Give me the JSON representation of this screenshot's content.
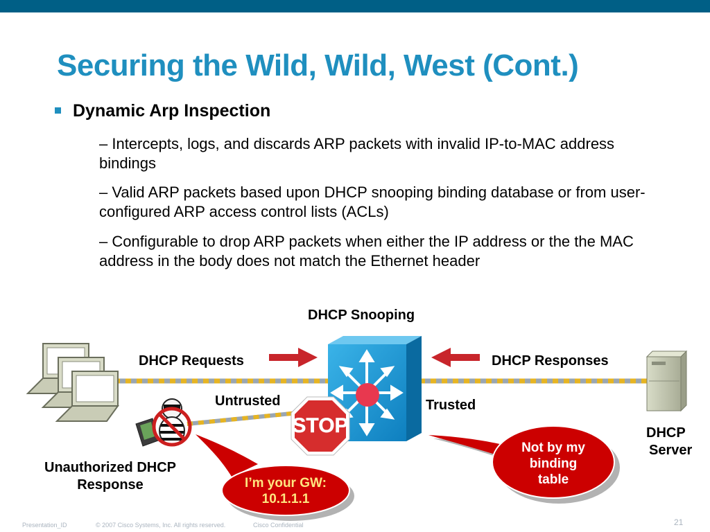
{
  "slide": {
    "title": "Securing the Wild, Wild, West (Cont.)",
    "bullet": "Dynamic Arp Inspection",
    "subs": [
      "– Intercepts, logs, and discards ARP packets with invalid IP-to-MAC address bindings",
      "– Valid ARP packets based upon DHCP snooping binding database or from user-configured ARP access control lists (ACLs)",
      "– Configurable to drop ARP packets when either the IP address or the the MAC address in the body does not match the Ethernet header"
    ]
  },
  "diagram": {
    "snooping_label": "DHCP Snooping",
    "requests_label": "DHCP Requests",
    "responses_label": "DHCP Responses",
    "untrusted_label": "Untrusted",
    "trusted_label": "Trusted",
    "stop_sign_text": "STOP",
    "server_label_line1": "DHCP",
    "server_label_line2": "Server",
    "rogue_label_line1": "Unauthorized DHCP",
    "rogue_label_line2": "Response",
    "callout_left_line1": "I’m your GW:",
    "callout_left_line2": "10.1.1.1",
    "callout_right_line1": "Not by my",
    "callout_right_line2": "binding",
    "callout_right_line3": "table",
    "icons": [
      "laptop-icon",
      "switch-icon",
      "server-icon",
      "stop-sign-icon",
      "hacker-icon",
      "arrow-right-icon",
      "arrow-left-icon"
    ],
    "colors": {
      "title": "#1f8fbf",
      "topbar": "#005f86",
      "callout": "#cc0000",
      "switch": "#1a9cd8",
      "stop": "#d62d2d"
    }
  },
  "footer": {
    "presentation_id": "Presentation_ID",
    "copyright": "© 2007 Cisco Systems, Inc. All rights reserved.",
    "confidential": "Cisco Confidential",
    "page": "21"
  }
}
